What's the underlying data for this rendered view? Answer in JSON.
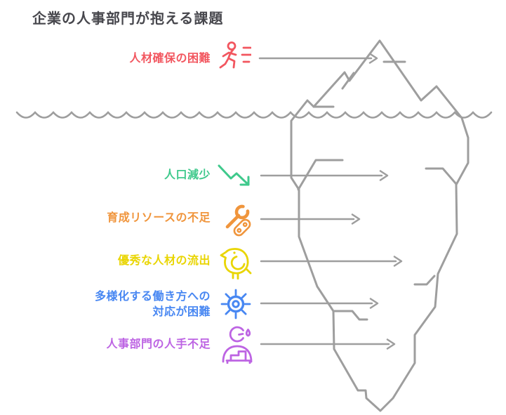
{
  "title": {
    "text": "企業の人事部門が抱える課題",
    "color": "#47474d"
  },
  "colors": {
    "line": "#9e9e9e",
    "iceberg_fill": "#ffffff",
    "background": "#ffffff"
  },
  "items": [
    {
      "label": "人材確保の困難",
      "color": "#f2565f",
      "icon": "running-person-icon",
      "position": "above-waterline"
    },
    {
      "label": "人口減少",
      "color": "#3fc98c",
      "icon": "trend-down-icon",
      "position": "below-waterline"
    },
    {
      "label": "育成リソースの不足",
      "color": "#f0953c",
      "icon": "wrench-icon",
      "position": "below-waterline"
    },
    {
      "label": "優秀な人材の流出",
      "color": "#e9d502",
      "icon": "bird-icon",
      "position": "below-waterline"
    },
    {
      "label": "多様化する働き方への\n対応が困難",
      "color": "#4887f2",
      "icon": "ship-wheel-icon",
      "position": "below-waterline"
    },
    {
      "label": "人事部門の人手不足",
      "color": "#bd64e3",
      "icon": "worried-person-icon",
      "position": "below-waterline"
    }
  ]
}
